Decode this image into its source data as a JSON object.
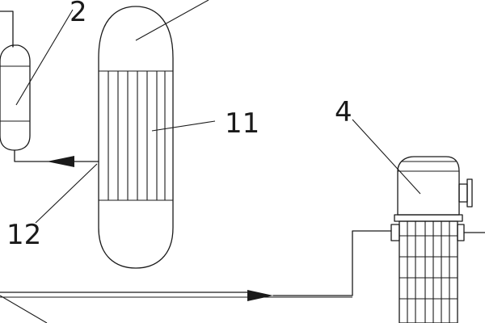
{
  "labels": {
    "separator": "2",
    "tube_bundle": "11",
    "inlet": "12",
    "exchanger": "4"
  }
}
